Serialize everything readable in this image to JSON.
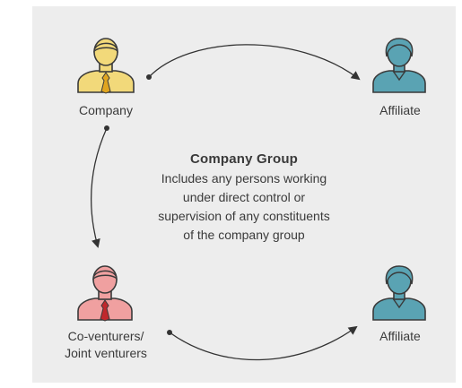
{
  "nodes": {
    "company": {
      "label": "Company",
      "color": "#f2d97a",
      "tie": "#e0a520"
    },
    "affiliate_top": {
      "label": "Affiliate",
      "color": "#5aa3b3"
    },
    "coventurers": {
      "label_line1": "Co-venturers/",
      "label_line2": "Joint venturers",
      "color": "#f0a0a0",
      "tie": "#c0282c"
    },
    "affiliate_bottom": {
      "label": "Affiliate",
      "color": "#5aa3b3"
    }
  },
  "center": {
    "title": "Company Group",
    "lines": [
      "Includes any persons working",
      "under direct control or",
      "supervision of any constituents",
      "of the company group"
    ]
  },
  "colors": {
    "panel": "#ededed",
    "outline": "#3a3a3a",
    "arrow": "#333333"
  }
}
